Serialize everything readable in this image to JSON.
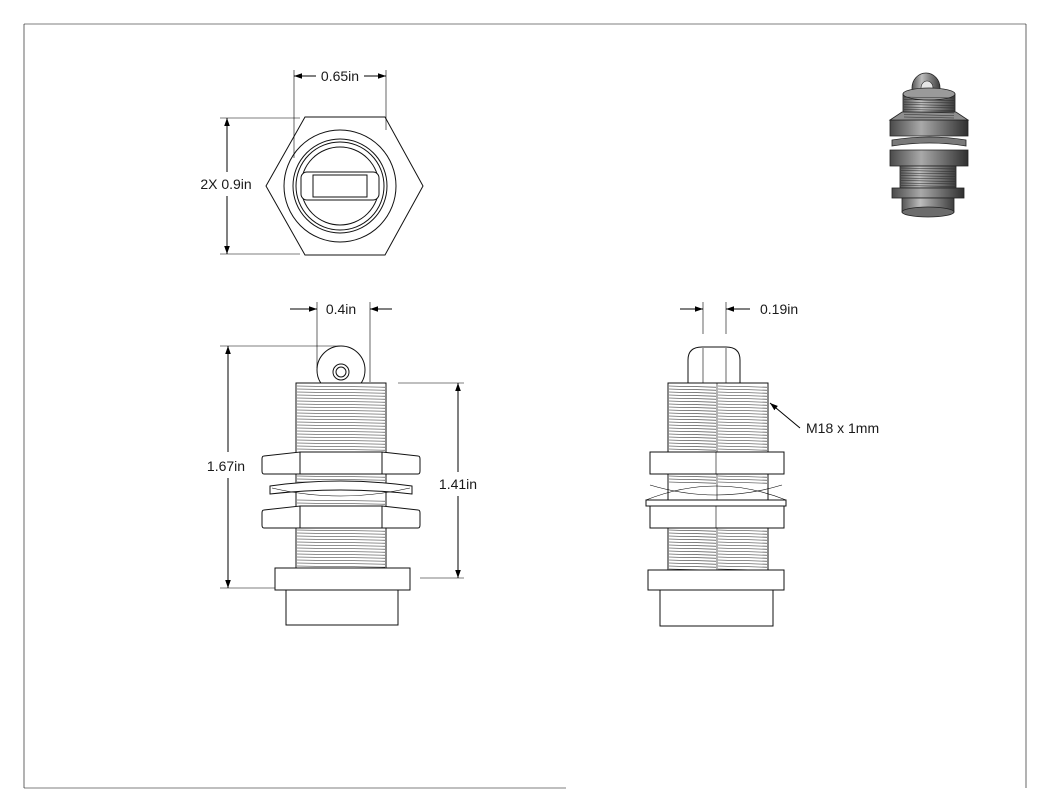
{
  "drawing": {
    "dimensions": {
      "top_width": "0.65in",
      "top_height": "2X 0.9in",
      "front_pin_width": "0.4in",
      "front_total_height": "1.67in",
      "front_body_height": "1.41in",
      "side_pin_width": "0.19in",
      "thread_callout": "M18 x 1mm"
    }
  }
}
